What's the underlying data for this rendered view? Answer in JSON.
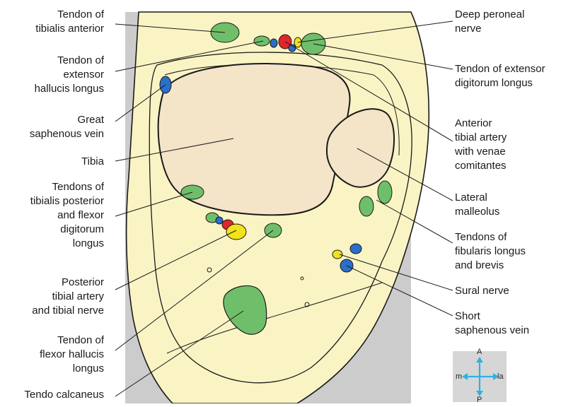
{
  "figure": {
    "colors": {
      "background_panel": "#cccccc",
      "skin_fill": "#faf4c4",
      "bone_fill": "#f4e4c8",
      "tendon_green": "#6fbf6a",
      "vein_blue": "#2a6fc9",
      "artery_red": "#e0262b",
      "nerve_yellow": "#f2e21b",
      "line": "#1a1a1a"
    },
    "labels_left": [
      {
        "key": "tib-ant",
        "text": "Tendon of\ntibialis anterior"
      },
      {
        "key": "ehl",
        "text": "Tendon of\nextensor\nhallucis longus"
      },
      {
        "key": "gsv",
        "text": "Great\nsaphenous vein"
      },
      {
        "key": "tibia",
        "text": "Tibia"
      },
      {
        "key": "tp-fdl",
        "text": "Tendons of\ntibialis posterior\nand flexor\ndigitorum\nlongus"
      },
      {
        "key": "pta",
        "text": "Posterior\ntibial artery\nand tibial nerve"
      },
      {
        "key": "fhl",
        "text": "Tendon of\nflexor hallucis\nlongus"
      },
      {
        "key": "tc",
        "text": "Tendo calcaneus"
      }
    ],
    "labels_right": [
      {
        "key": "dpn",
        "text": "Deep peroneal\nnerve"
      },
      {
        "key": "edl",
        "text": "Tendon of extensor\ndigitorum longus"
      },
      {
        "key": "ata",
        "text": "Anterior\ntibial artery\nwith venae\ncomitantes"
      },
      {
        "key": "lm",
        "text": "Lateral\nmalleolus"
      },
      {
        "key": "fib",
        "text": "Tendons of\nfibularis longus\nand brevis"
      },
      {
        "key": "sn",
        "text": "Sural nerve"
      },
      {
        "key": "ssv",
        "text": "Short\nsaphenous vein"
      }
    ],
    "orientation": {
      "anterior": "A",
      "posterior": "P",
      "medial": "m",
      "lateral": "la"
    }
  }
}
